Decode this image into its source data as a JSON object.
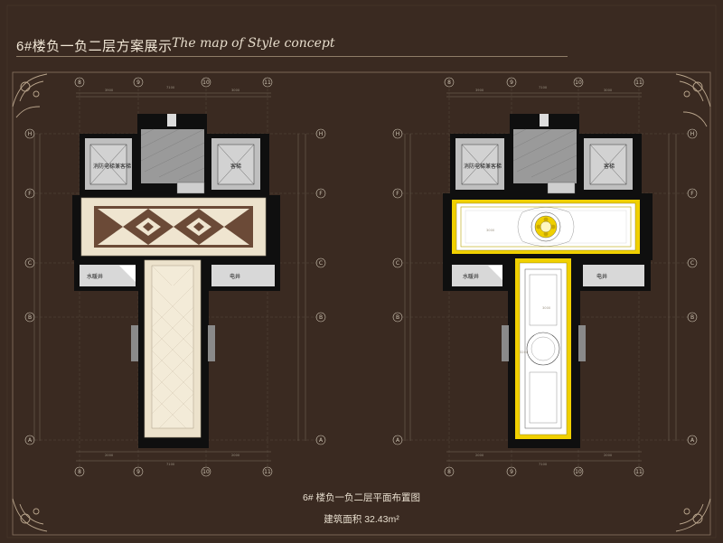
{
  "header": {
    "title_cn": "6#楼负一负二层方案展示",
    "title_en": "The map of Style concept"
  },
  "axes": {
    "top": [
      "8",
      "9",
      "10",
      "11"
    ],
    "left": [
      "H",
      "F",
      "C",
      "B",
      "A"
    ],
    "right": [
      "H",
      "F",
      "C",
      "B",
      "A"
    ],
    "bottom": [
      "8",
      "9",
      "10",
      "11"
    ]
  },
  "plan_left": {
    "rooms": {
      "fire_elevator": "消防电梯兼客梯",
      "guest_elevator": "客梯",
      "water_shaft": "水暖井",
      "electric_shaft": "电井"
    }
  },
  "plan_right": {
    "rooms": {
      "fire_elevator": "消防电梯兼客梯",
      "guest_elevator": "客梯",
      "water_shaft": "水暖井",
      "electric_shaft": "电井"
    },
    "ceiling_heights": [
      "3000",
      "3000",
      "3200"
    ]
  },
  "caption": {
    "title": "6# 楼负一负二层平面布置图",
    "area": "建筑面积 32.43m²"
  },
  "colors": {
    "background": "#3a2a21",
    "wall": "#111111",
    "marble": "#ece2cc",
    "marble_inlay": "#6b4a37",
    "ceiling_gold": "#f0d000",
    "elevator_gray": "#bdbdbd"
  }
}
